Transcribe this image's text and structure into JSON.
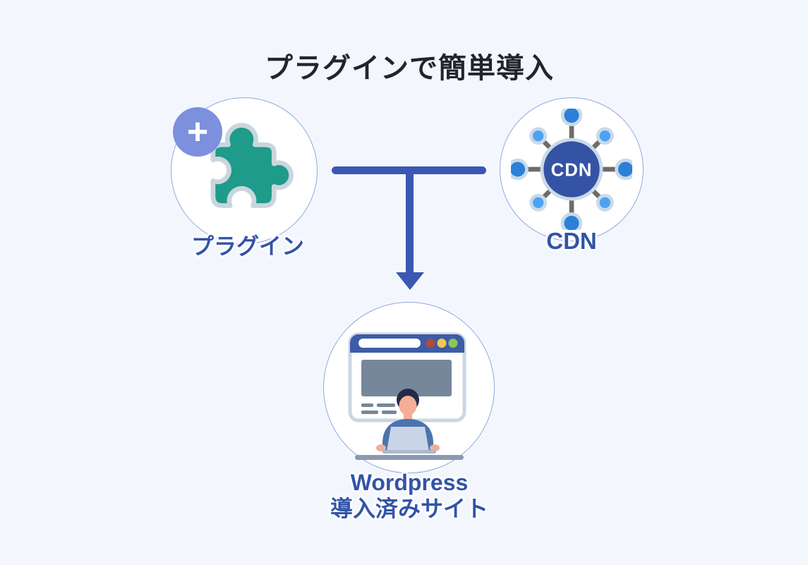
{
  "title": "プラグインで簡単導入",
  "nodes": {
    "plugin": {
      "label": "プラグイン",
      "badge": "+",
      "icon": "puzzle-piece-icon"
    },
    "cdn": {
      "label": "CDN",
      "hub_text": "CDN",
      "icon": "cdn-network-icon"
    },
    "wordpress": {
      "label_line1": "Wordpress",
      "label_line2": "導入済みサイト",
      "icon": "browser-with-user-icon"
    }
  },
  "connector": {
    "shape": "t-junction-down-arrow",
    "from": [
      "plugin",
      "cdn"
    ],
    "to": "wordpress"
  },
  "colors": {
    "background": "#F3F7FD",
    "circle_fill": "#FFFFFF",
    "circle_border": "#92A7E0",
    "label_blue": "#3254A8",
    "title_text": "#22252E",
    "arrow_blue": "#3A57B2",
    "puzzle_green": "#1E9B8B",
    "puzzle_outline": "#C9D6DD",
    "badge_purple": "#7C90DE",
    "cdn_hub": "#3453A4",
    "cdn_node_primary": "#2C80D8",
    "cdn_node_secondary": "#4EA2F3",
    "cdn_node_halo": "#C9DAE8",
    "cdn_stem": "#6F6B68",
    "browser_bar": "#3D5CA8",
    "browser_dot_red": "#B04A3A",
    "browser_dot_yellow": "#EECB4E",
    "browser_dot_green": "#8FC457",
    "browser_content_gray": "#76879B",
    "shirt_blue": "#4B74AE",
    "skin": "#F2AE97",
    "hair": "#252A47",
    "laptop": "#C9D5E6",
    "desk": "#8A99B0"
  }
}
